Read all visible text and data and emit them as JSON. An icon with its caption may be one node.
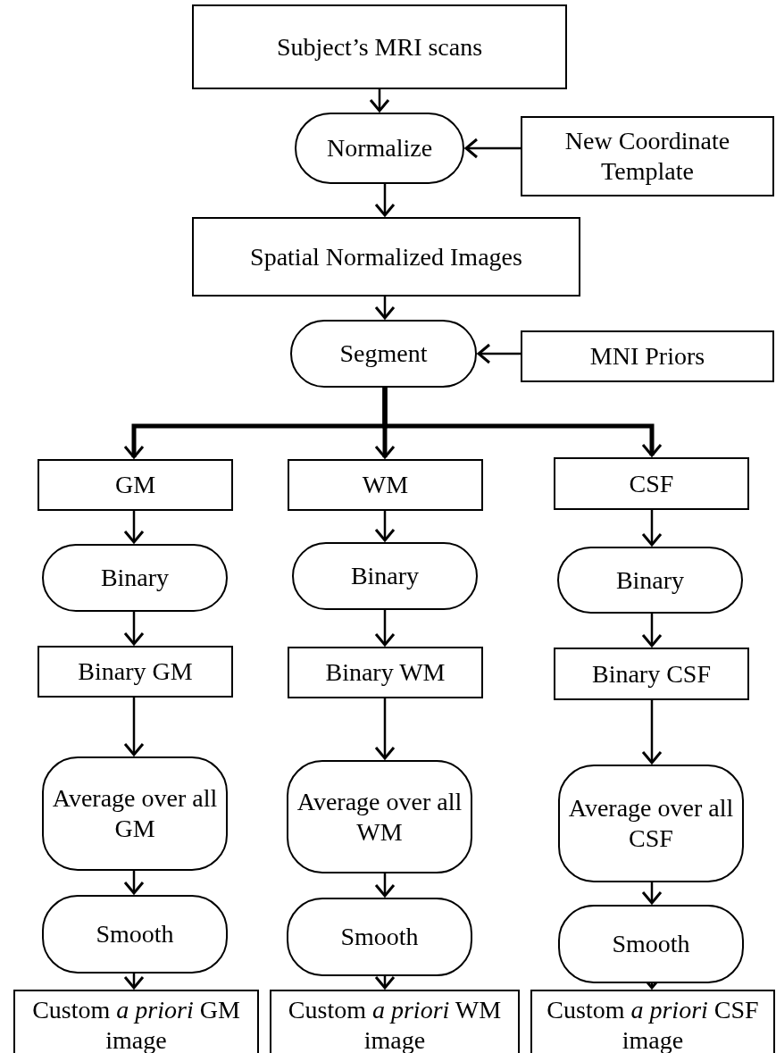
{
  "diagram": {
    "nodes": [
      {
        "text": [
          "Subject’s MRI scans"
        ]
      },
      {
        "text": [
          "Normalize"
        ]
      },
      {
        "text": [
          "New Coordinate Template"
        ]
      },
      {
        "text": [
          "Spatial Normalized Images"
        ]
      },
      {
        "text": [
          "Segment"
        ]
      },
      {
        "text": [
          "MNI Priors"
        ]
      },
      {
        "text": [
          "GM"
        ]
      },
      {
        "text": [
          "Binary"
        ]
      },
      {
        "text": [
          "Binary GM"
        ]
      },
      {
        "text": [
          "Average over all GM"
        ]
      },
      {
        "text": [
          "Smooth"
        ]
      },
      {
        "text": [
          "Custom *a priori* GM image"
        ]
      },
      {
        "text": [
          "WM"
        ]
      },
      {
        "text": [
          "Binary"
        ]
      },
      {
        "text": [
          "Binary WM"
        ]
      },
      {
        "text": [
          "Average over all WM"
        ]
      },
      {
        "text": [
          "Smooth"
        ]
      },
      {
        "text": [
          "Custom *a priori* WM image"
        ]
      },
      {
        "text": [
          "CSF"
        ]
      },
      {
        "text": [
          "Binary"
        ]
      },
      {
        "text": [
          "Binary CSF"
        ]
      },
      {
        "text": [
          "Average over all CSF"
        ]
      },
      {
        "text": [
          "Smooth"
        ]
      },
      {
        "text": [
          "Custom *a priori* CSF image"
        ]
      }
    ],
    "edges": [
      {
        "from": 0,
        "to": 1,
        "arrow": "to"
      },
      {
        "from": 2,
        "to": 1,
        "arrow": "to"
      },
      {
        "from": 1,
        "to": 3,
        "arrow": "to"
      },
      {
        "from": 3,
        "to": 4,
        "arrow": "to"
      },
      {
        "from": 5,
        "to": 4,
        "arrow": "to"
      },
      {
        "from": 4,
        "to": 6,
        "arrow": "to",
        "style": "thick"
      },
      {
        "from": 4,
        "to": 12,
        "arrow": "to",
        "style": "thick"
      },
      {
        "from": 4,
        "to": 18,
        "arrow": "to",
        "style": "thick"
      },
      {
        "from": 6,
        "to": 7,
        "arrow": "to"
      },
      {
        "from": 7,
        "to": 8,
        "arrow": "to"
      },
      {
        "from": 8,
        "to": 9,
        "arrow": "to"
      },
      {
        "from": 9,
        "to": 10,
        "arrow": "to"
      },
      {
        "from": 10,
        "to": 11,
        "arrow": "to"
      },
      {
        "from": 12,
        "to": 13,
        "arrow": "to"
      },
      {
        "from": 13,
        "to": 14,
        "arrow": "to"
      },
      {
        "from": 14,
        "to": 15,
        "arrow": "to"
      },
      {
        "from": 15,
        "to": 16,
        "arrow": "to"
      },
      {
        "from": 16,
        "to": 17,
        "arrow": "to"
      },
      {
        "from": 18,
        "to": 19,
        "arrow": "to"
      },
      {
        "from": 19,
        "to": 20,
        "arrow": "to"
      },
      {
        "from": 20,
        "to": 21,
        "arrow": "to"
      },
      {
        "from": 21,
        "to": 22,
        "arrow": "to"
      },
      {
        "from": 22,
        "to": 23,
        "arrow": "to"
      }
    ]
  }
}
